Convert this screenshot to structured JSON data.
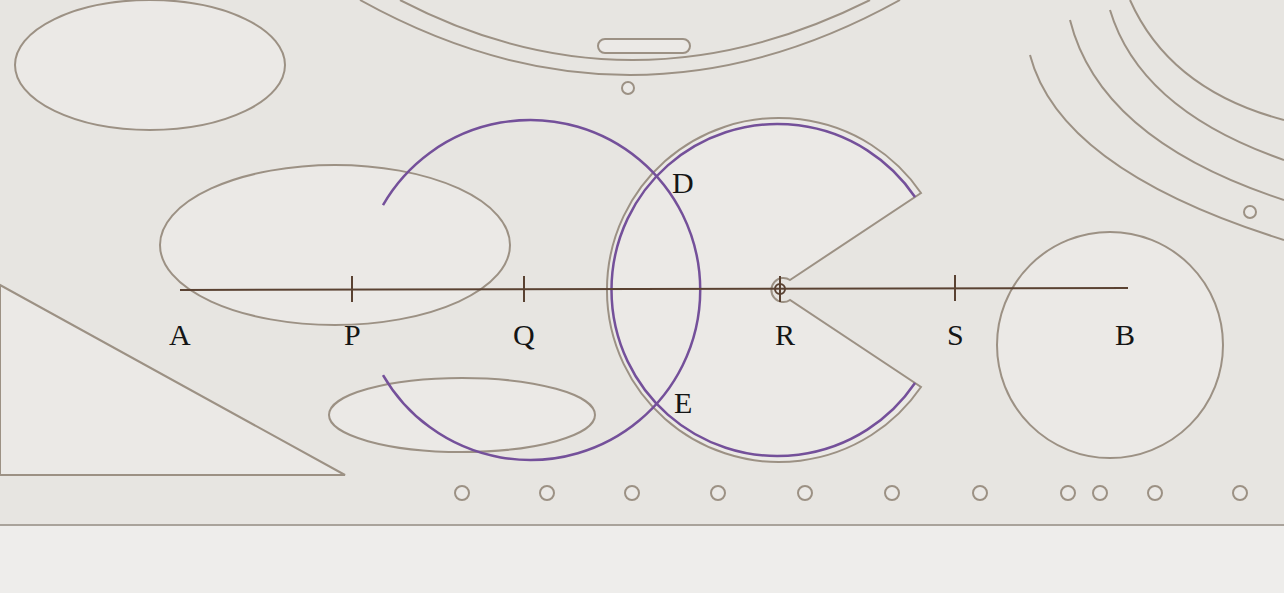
{
  "diagram": {
    "labels": [
      "A",
      "P",
      "Q",
      "R",
      "S",
      "B",
      "D",
      "E"
    ]
  }
}
